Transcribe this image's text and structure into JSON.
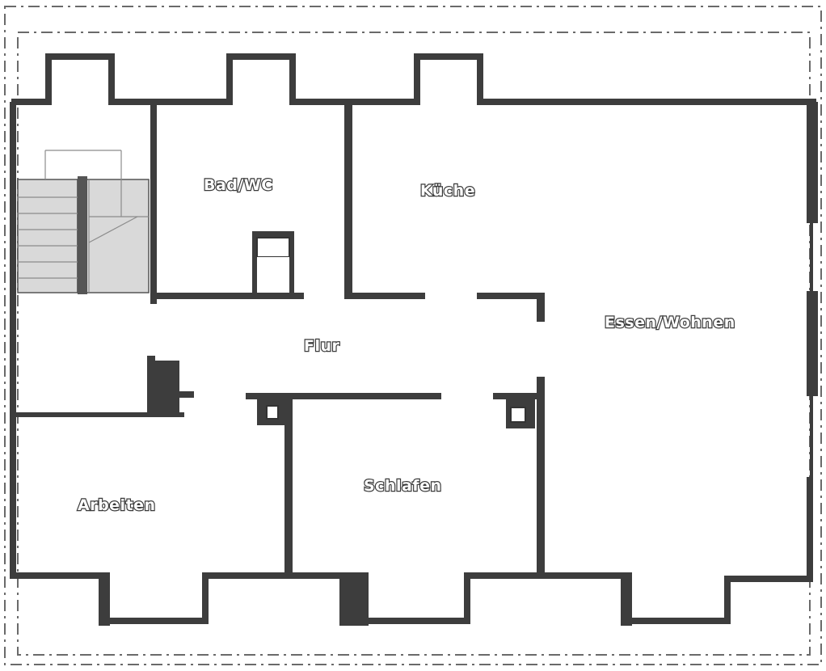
{
  "rooms": {
    "bad_wc": "Bad/WC",
    "kueche": "Küche",
    "essen_wohnen": "Essen/Wohnen",
    "flur": "Flur",
    "arbeiten": "Arbeiten",
    "schlafen": "Schlafen"
  },
  "colors": {
    "wall": "#3d3d3d",
    "stair": "#d9d9d9",
    "label_fill": "#ffffff",
    "label_outline": "#3a3a3a"
  }
}
